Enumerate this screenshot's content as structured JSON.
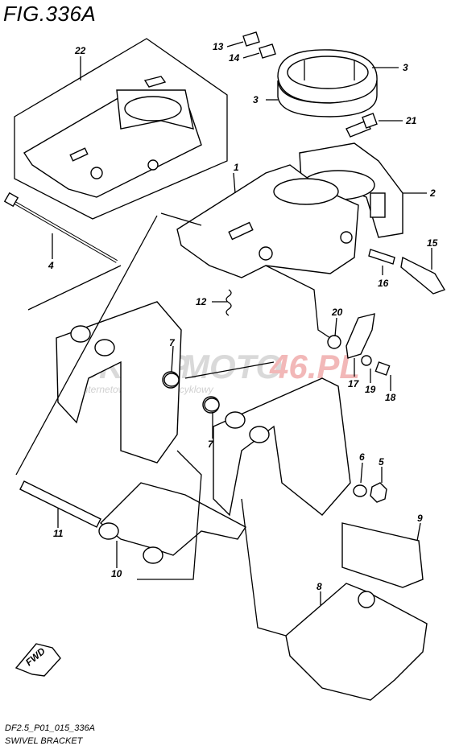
{
  "figure": {
    "title": "FIG.336A",
    "code": "DF2.5_P01_015_336A",
    "name": "SWIVEL BRACKET"
  },
  "watermark": {
    "brand_left": "SKLEP",
    "brand_mid": "MOTO",
    "brand_right": "46.PL",
    "tagline": "internetowy sklep motocyklowy"
  },
  "callouts": [
    "1",
    "2",
    "3",
    "3",
    "4",
    "5",
    "6",
    "7",
    "7",
    "8",
    "9",
    "10",
    "11",
    "12",
    "13",
    "14",
    "15",
    "16",
    "17",
    "18",
    "19",
    "20",
    "21",
    "22"
  ],
  "fwd_label": "FWD",
  "colors": {
    "line": "#000000",
    "watermark": "#d9d9d9",
    "watermark_accent": "#f2b8b8"
  }
}
